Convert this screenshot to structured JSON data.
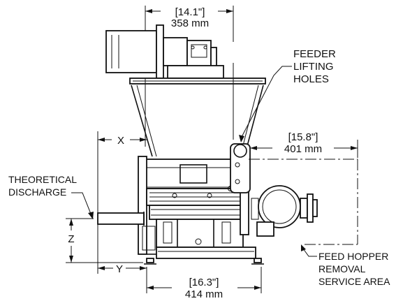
{
  "dimensions": {
    "top_width_in": "[14.1\"]",
    "top_width_mm": "358 mm",
    "right_width_in": "[15.8\"]",
    "right_width_mm": "401 mm",
    "bottom_width_in": "[16.3\"]",
    "bottom_width_mm": "414 mm",
    "x_label": "X",
    "y_label": "Y",
    "z_label": "Z"
  },
  "callouts": {
    "lifting": [
      "FEEDER",
      "LIFTING",
      "HOLES"
    ],
    "discharge": [
      "THEORETICAL",
      "DISCHARGE"
    ],
    "service": [
      "FEED HOPPER",
      "REMOVAL",
      "SERVICE AREA"
    ]
  }
}
